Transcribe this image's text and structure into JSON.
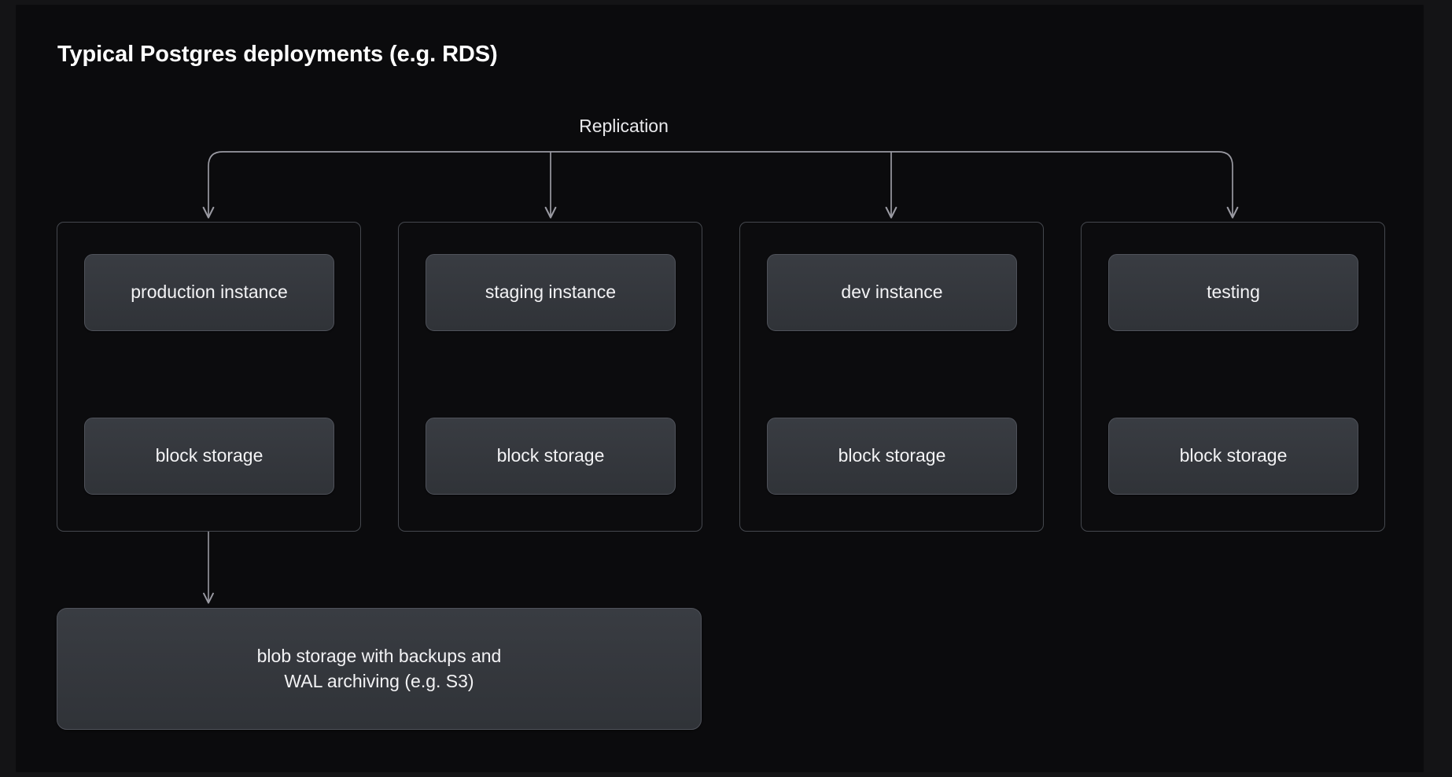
{
  "diagram": {
    "title": "Typical Postgres deployments (e.g. RDS)",
    "replication_label": "Replication",
    "colors": {
      "page_background": "#141416",
      "panel_background": "#0b0b0d",
      "group_border": "#45484e",
      "node_fill_top": "#393c42",
      "node_fill_bottom": "#303338",
      "node_border": "#4f525a",
      "text": "#f3f3f5",
      "connector": "#9a9aa2"
    },
    "groups": [
      {
        "id": "production",
        "instance_label": "production instance",
        "storage_label": "block storage",
        "arrow": "bidirectional"
      },
      {
        "id": "staging",
        "instance_label": "staging instance",
        "storage_label": "block storage",
        "arrow": "bidirectional"
      },
      {
        "id": "dev",
        "instance_label": "dev instance",
        "storage_label": "block storage",
        "arrow": "bidirectional"
      },
      {
        "id": "testing",
        "instance_label": "testing",
        "storage_label": "block storage",
        "arrow": "bidirectional"
      }
    ],
    "blob_storage": {
      "line1": "blob storage with backups and",
      "line2": "WAL archiving (e.g. S3)"
    }
  }
}
